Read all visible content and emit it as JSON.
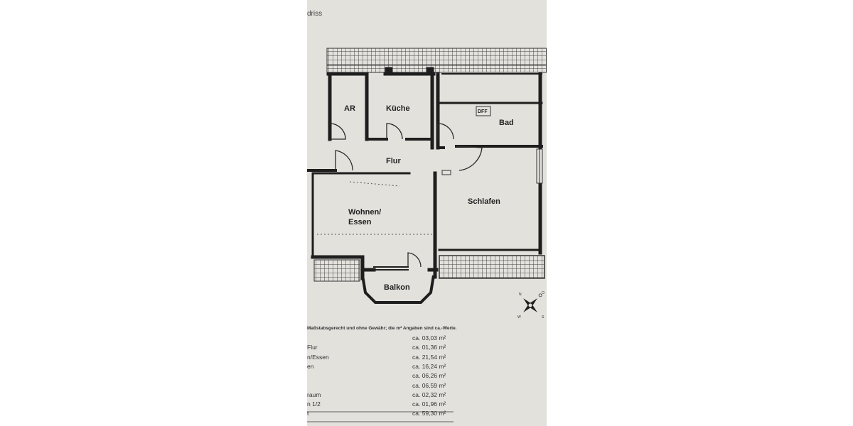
{
  "page": {
    "title": "driss",
    "disclaimer": "Maßstabsgerecht und ohne Gewähr; die m² Angaben sind ca.-Werte."
  },
  "plan": {
    "rooms": {
      "ar": "AR",
      "kueche": "Küche",
      "dff": "DFF",
      "bad": "Bad",
      "flur": "Flur",
      "wohnen1": "Wohnen/",
      "wohnen2": "Essen",
      "schlafen": "Schlafen",
      "balkon": "Balkon"
    },
    "compass": {
      "n": "N",
      "o": "O",
      "s": "S",
      "w": "W"
    }
  },
  "areas": [
    {
      "label": "",
      "value": "ca. 03,03 m²"
    },
    {
      "label": "Flur",
      "value": "ca. 01,36 m²"
    },
    {
      "label": "n/Essen",
      "value": "ca. 21,54 m²"
    },
    {
      "label": "en",
      "value": "ca. 16,24 m²"
    },
    {
      "label": "",
      "value": "ca. 06,26 m²"
    },
    {
      "label": "",
      "value": "ca. 06,59 m²"
    },
    {
      "label": "raum",
      "value": "ca. 02,32 m²"
    },
    {
      "label": "n 1/2",
      "value": "ca. 01,96 m²"
    },
    {
      "label": "t",
      "value": "ca. 59,30 m²"
    }
  ],
  "colors": {
    "paper": "#e3e1dc",
    "wall": "#1e1e1e",
    "line": "#2a2a2a"
  }
}
